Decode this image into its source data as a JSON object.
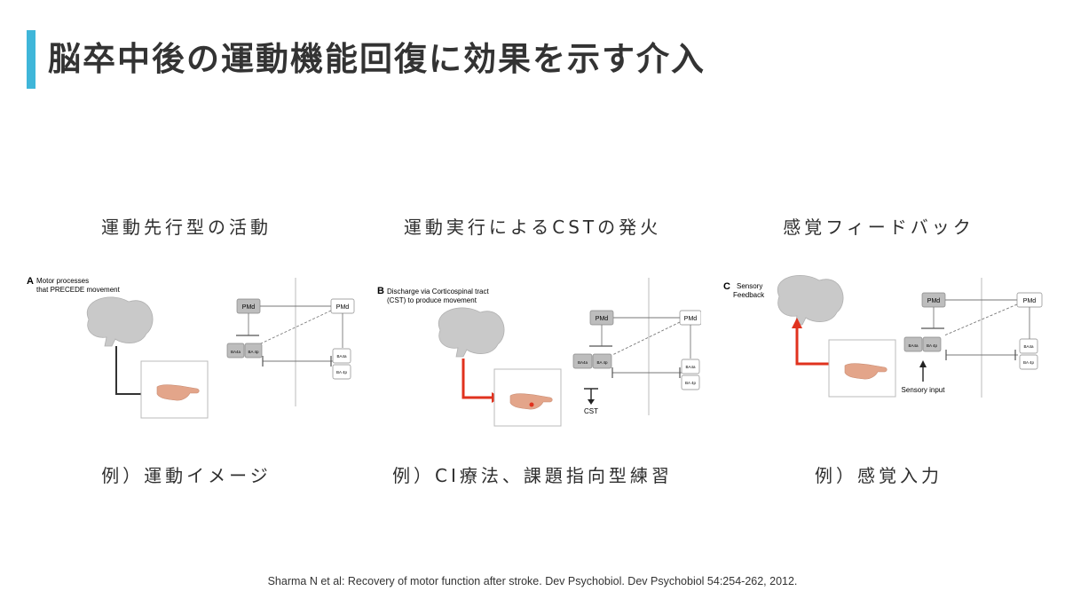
{
  "title": "脳卒中後の運動機能回復に効果を示す介入",
  "citation": "Sharma N et al: Recovery of motor function after stroke. Dev Psychobiol. Dev Psychobiol 54:254-262, 2012.",
  "panels": [
    {
      "heading": "運動先行型の活動",
      "example": "例）運動イメージ",
      "figure": {
        "letter": "A",
        "caption_lines": [
          "Motor processes",
          "that PRECEDE movement"
        ],
        "pmd_left": "PMd",
        "pmd_right": "PMd",
        "ba4a": "BA4a",
        "ba4p": "BA 4p",
        "ba4a_r": "BA4a",
        "ba4p_r": "BA 4p"
      }
    },
    {
      "heading": "運動実行によるCSTの発火",
      "example": "例）CI療法、課題指向型練習",
      "figure": {
        "letter": "B",
        "caption_lines": [
          "Discharge via Corticospinal tract",
          "(CST) to produce movement"
        ],
        "pmd_left": "PMd",
        "pmd_right": "PMd",
        "ba4a": "BA4a",
        "ba4p": "BA 4p",
        "ba4a_r": "BA4a",
        "ba4p_r": "BA 4p",
        "cst_label": "CST"
      }
    },
    {
      "heading": "感覚フィードバック",
      "example": "例）感覚入力",
      "figure": {
        "letter": "C",
        "caption_lines": [
          "Sensory",
          "Feedback"
        ],
        "pmd_left": "PMd",
        "pmd_right": "PMd",
        "ba4a": "BA4a",
        "ba4p": "BA 4p",
        "ba4a_r": "BA4a",
        "ba4p_r": "BA 4p",
        "sensory_label": "Sensory input"
      }
    }
  ],
  "colors": {
    "accent": "#3fb6d9",
    "highlight_arrow": "#e0321e",
    "box_fill": "#bdbdbd",
    "brain": "#c9c9c9",
    "hand": "#e3a58a"
  }
}
